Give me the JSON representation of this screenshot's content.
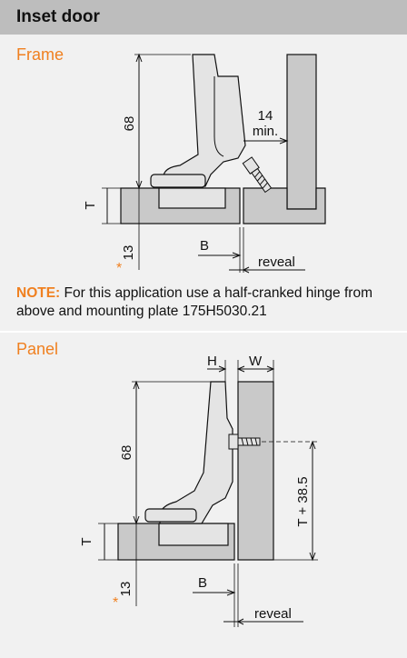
{
  "header": {
    "title": "Inset door"
  },
  "frame": {
    "label": "Frame",
    "dims": {
      "height": "68",
      "gap": "14",
      "gap_sub": "min.",
      "t": "T",
      "b": "B",
      "bottom": "13",
      "star": "*",
      "reveal": "reveal"
    }
  },
  "note": {
    "key": "NOTE:",
    "text": " For this application use a half-cranked hinge from above and mounting plate 175H5030.21"
  },
  "panel": {
    "label": "Panel",
    "dims": {
      "h": "H",
      "w": "W",
      "height": "68",
      "t": "T",
      "t_plus": "T + 38.5",
      "b": "B",
      "bottom": "13",
      "star": "*",
      "reveal": "reveal"
    }
  },
  "colors": {
    "accent": "#f08020",
    "header_bg": "#bdbdbd",
    "card_bg": "#f1f1f1",
    "part_fill": "#c9c9c9",
    "hinge_fill": "#e4e4e4"
  }
}
